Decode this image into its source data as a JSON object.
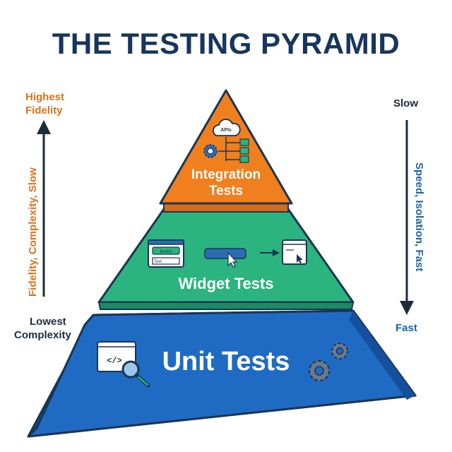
{
  "title": "THE TESTING PYRAMID",
  "left_axis": {
    "top_label_line1": "Highest",
    "top_label_line2": "Fidelity",
    "arrow_label": "Fidelity, Complexity, Slow",
    "bottom_label_line1": "Lowest",
    "bottom_label_line2": "Complexity"
  },
  "right_axis": {
    "top_label": "Slow",
    "arrow_label": "Speed, Isolation, Fast",
    "bottom_label": "Fast"
  },
  "tiers": {
    "top": {
      "line1": "Integration",
      "line2": "Tests",
      "icon_text": "APIs",
      "color": "#f07f1e"
    },
    "middle": {
      "label": "Widget Tests",
      "button_text": "Button",
      "field_text": "Text",
      "color": "#2bb47f"
    },
    "bottom": {
      "label": "Unit Tests",
      "code_text": "</>",
      "color": "#1f6bc4"
    }
  },
  "colors": {
    "title": "#17365d",
    "orange_text": "#d9731d",
    "blue_text": "#1c63a8",
    "outline": "#1a3552"
  }
}
